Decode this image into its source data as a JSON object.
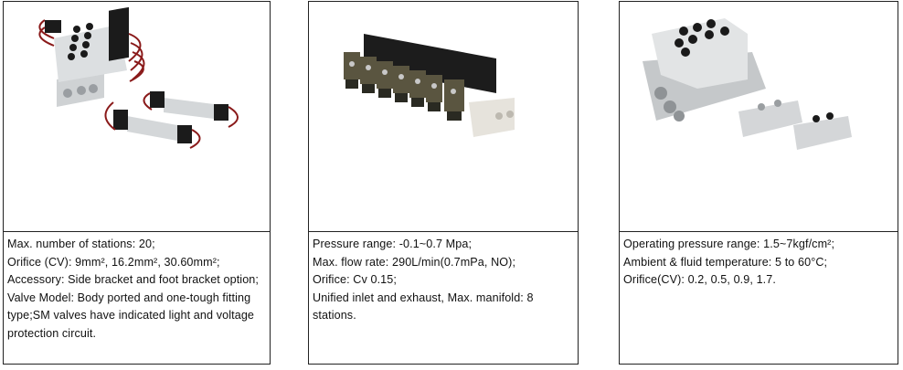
{
  "products": [
    {
      "image_alt": "Solenoid valve manifold with red-wired coils and single valves",
      "specs": [
        "Max. number of stations: 20;",
        "Orifice (CV): 9mm², 16.2mm², 30.60mm²;",
        "Accessory: Side bracket and foot bracket option;",
        "Valve Model: Body ported and one-tough fitting type;SM valves have indicated light and voltage protection circuit."
      ]
    },
    {
      "image_alt": "Seven-station solenoid valve manifold with DIN connectors",
      "specs": [
        "Pressure range: -0.1~0.7 Mpa;",
        "Max. flow rate: 290L/min(0.7mPa, NO);",
        "Orifice: Cv 0.15;",
        "Unified inlet and exhaust, Max. manifold: 8 stations."
      ]
    },
    {
      "image_alt": "Pneumatic valve manifold with push-in fittings and single valves",
      "specs": [
        "Operating pressure range: 1.5~7kgf/cm²;",
        "Ambient & fluid temperature: 5 to 60°C;",
        "Orifice(CV): 0.2, 0.5, 0.9, 1.7."
      ]
    }
  ]
}
